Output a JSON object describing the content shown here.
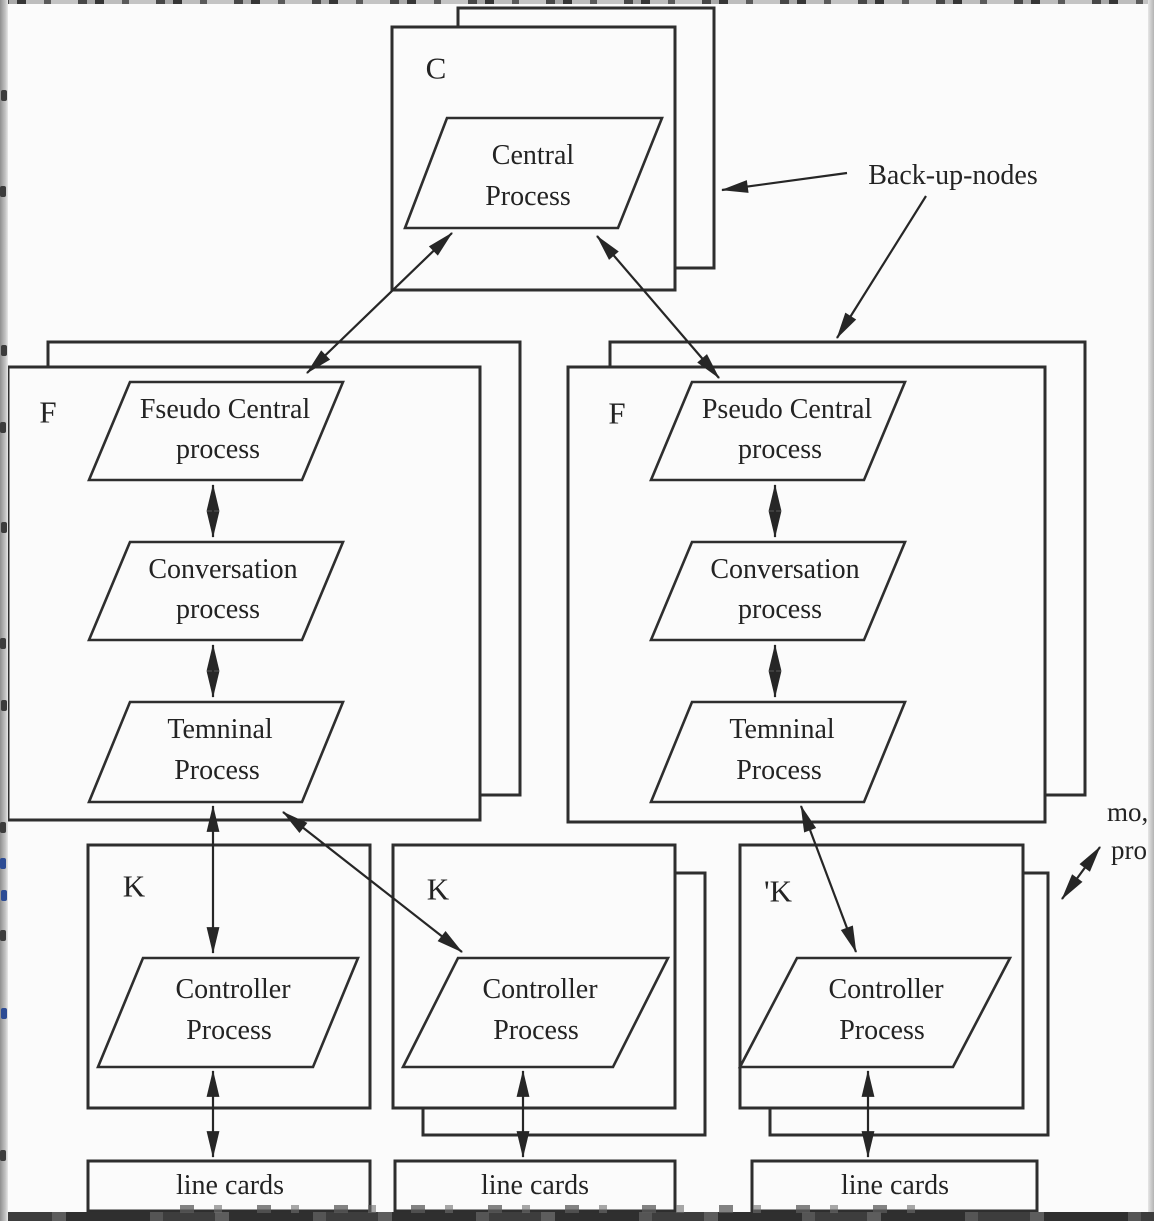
{
  "top_group": {
    "node_tag": "C",
    "process": [
      "Central",
      "Process"
    ]
  },
  "backup_annotation": "Back-up-nodes",
  "left_group": {
    "node_tag": "F",
    "pseudo_central": [
      "Fseudo Central",
      "process"
    ],
    "conversation": [
      "Conversation",
      "process"
    ],
    "terminal": [
      "Temninal",
      "Process"
    ]
  },
  "right_group": {
    "node_tag": "F",
    "pseudo_central": [
      "Pseudo Central",
      "process"
    ],
    "conversation": [
      "Conversation",
      "process"
    ],
    "terminal": [
      "Temninal",
      "Process"
    ]
  },
  "controller_groups": {
    "left": {
      "node_tag": "K",
      "process": [
        "Controller",
        "Process"
      ],
      "line_cards": "line cards"
    },
    "middle": {
      "node_tag": "K",
      "process": [
        "Controller",
        "Process"
      ],
      "line_cards": "line cards"
    },
    "right": {
      "node_tag": "'K",
      "process": [
        "Controller",
        "Process"
      ],
      "line_cards": "line cards"
    }
  },
  "side_note": [
    "mo,",
    "pro"
  ],
  "colors": {
    "ink": "#2e2e2e",
    "paper": "#fbfbfb",
    "frame_dark": "#3d3d3d",
    "frame_gray": "#9a9a9a"
  }
}
